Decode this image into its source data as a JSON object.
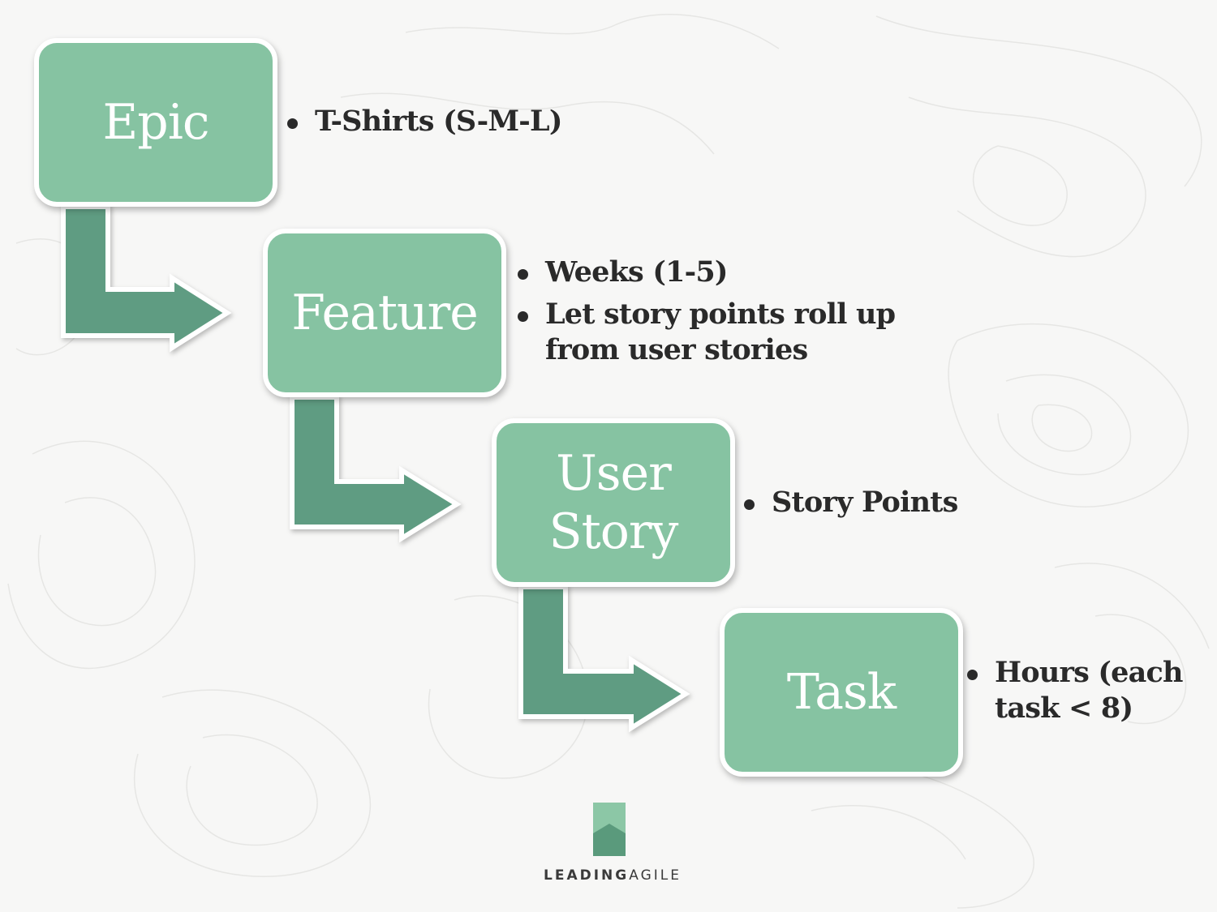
{
  "colors": {
    "box_fill": "#86c3a2",
    "arrow_fill": "#5f9c82",
    "text": "#2a2a2a",
    "logo_dark": "#5a9a7c",
    "logo_light": "#8cc7a6"
  },
  "levels": [
    {
      "label": "Epic",
      "notes": [
        "T-Shirts (S-M-L)"
      ]
    },
    {
      "label": "Feature",
      "notes": [
        "Weeks (1-5)",
        "Let story points roll up\nfrom user stories"
      ]
    },
    {
      "label": "User\nStory",
      "notes": [
        "Story Points"
      ]
    },
    {
      "label": "Task",
      "notes": [
        "Hours (each\ntask < 8)"
      ]
    }
  ],
  "logo": {
    "text_bold": "LEADING",
    "text_light": "AGILE"
  }
}
